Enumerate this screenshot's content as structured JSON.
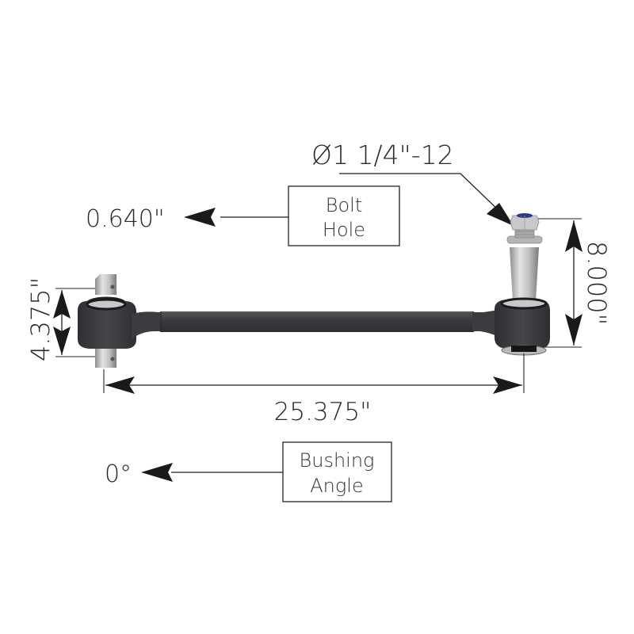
{
  "diagram": {
    "subject": "torque-rod",
    "colors": {
      "background": "#ffffff",
      "rod_body": "#3b3d40",
      "rod_highlight": "#4a4c50",
      "metal_light": "#d9d9d9",
      "metal_dark": "#8c8c8c",
      "lines": "#1f1f1f",
      "nut_insert": "#2b3a8a"
    },
    "dimensions": {
      "thread_spec": "Ø1 1/4\"-12",
      "bolt_hole_value": "0.640\"",
      "left_bushing_height": "4.375\"",
      "right_bushing_height": "8.000\"",
      "overall_length": "25.375\"",
      "bushing_angle_value": "0°"
    },
    "labels": {
      "bolt_hole_line1": "Bolt",
      "bolt_hole_line2": "Hole",
      "bushing_angle_line1": "Bushing",
      "bushing_angle_line2": "Angle"
    }
  }
}
